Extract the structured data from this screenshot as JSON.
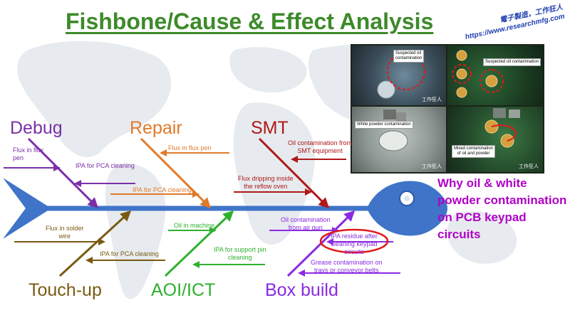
{
  "title": "Fishbone/Cause & Effect Analysis",
  "brand": {
    "line1": "電子製造，工作狂人",
    "line2": "https://www.researchmfg.com"
  },
  "effect": "Why oil & white powder contamination on PCB keypad circuits",
  "categories": {
    "debug": "Debug",
    "repair": "Repair",
    "smt": "SMT",
    "touchup": "Touch-up",
    "aoi": "AOI/ICT",
    "boxbuild": "Box build"
  },
  "causes": {
    "debug_flux": "Flux in flux\npen",
    "debug_ipa": "IPA for PCA cleaning",
    "repair_flux": "Flux in flux pen",
    "repair_ipa": "IPA for PCA cleaning",
    "smt_oil": "Oil contamination from\nSMT equipment",
    "smt_flux": "Flux dripping inside\nthe reflow oven",
    "touchup_flux": "Flux in solder\nwire",
    "touchup_ipa": "IPA for PCA cleaning",
    "aoi_oil": "Oil in machine",
    "aoi_ipa": "IPA for support pin\ncleaning",
    "box_oil": "Oil contamination\nfrom air gun",
    "box_ipa": "IPA residue after\ncleaning keypad\ncircuits",
    "box_grease": "Grease contamination on\ntrays or conveyor belts"
  },
  "photos": {
    "p1": "Suspected oil\ncontamination",
    "p2": "Suspected oil contamination",
    "p3": "White powder contamination",
    "p4": "Mixed contamination\nof oil and powder",
    "watermark": "工作狂人"
  },
  "colors": {
    "spine": "#3f74c8",
    "debug": "#7a2fa8",
    "repair": "#e07a2a",
    "smt": "#b01818",
    "touchup": "#7a5a12",
    "aoi": "#2fb02f",
    "boxbuild": "#8a2be2",
    "effect": "#b000c8",
    "highlight": "#e01818"
  }
}
